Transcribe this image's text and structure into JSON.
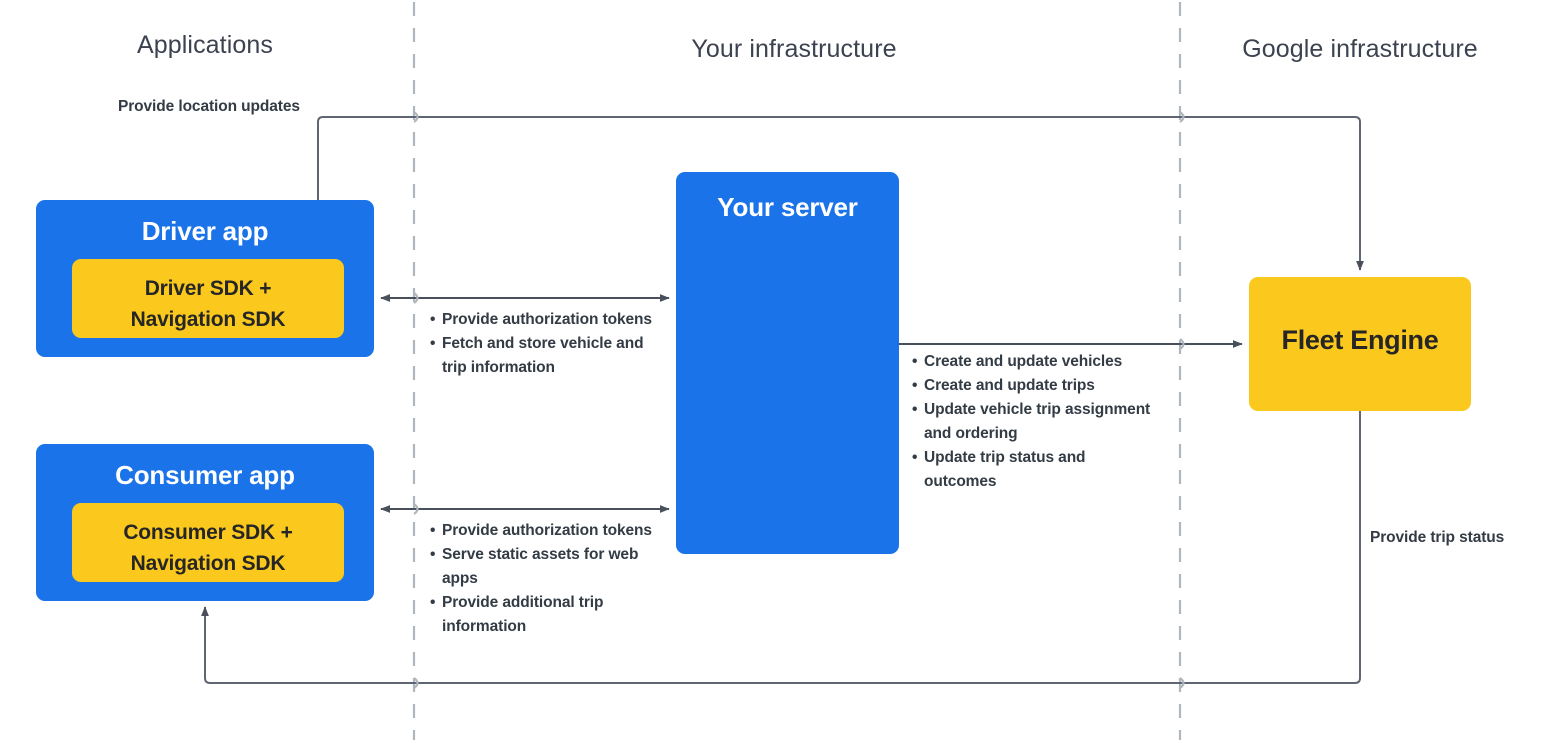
{
  "headers": {
    "applications": "Applications",
    "your_infrastructure": "Your infrastructure",
    "google_infrastructure": "Google infrastructure"
  },
  "colors": {
    "blue": "#1a73e8",
    "yellow": "#fbc81d",
    "header_text": "#3c4250",
    "note_text": "#333b45",
    "wire": "#5f6672",
    "divider": "#b0b6be"
  },
  "boxes": {
    "driver_app": {
      "title": "Driver app",
      "sdk": "Driver SDK +\nNavigation SDK"
    },
    "consumer_app": {
      "title": "Consumer app",
      "sdk": "Consumer SDK +\nNavigation SDK"
    },
    "your_server": {
      "title": "Your server"
    },
    "fleet_engine": {
      "title": "Fleet Engine"
    }
  },
  "notes": {
    "provide_location_updates": "Provide location updates",
    "provide_trip_status": "Provide trip status",
    "driver_to_server": [
      "Provide authorization tokens",
      "Fetch and store vehicle and trip information"
    ],
    "consumer_to_server": [
      "Provide authorization tokens",
      "Serve static assets for web apps",
      "Provide additional trip information"
    ],
    "server_to_fleet_engine": [
      "Create and update vehicles",
      "Create and update trips",
      "Update vehicle trip assignment and ordering",
      "Update trip status and outcomes"
    ]
  }
}
